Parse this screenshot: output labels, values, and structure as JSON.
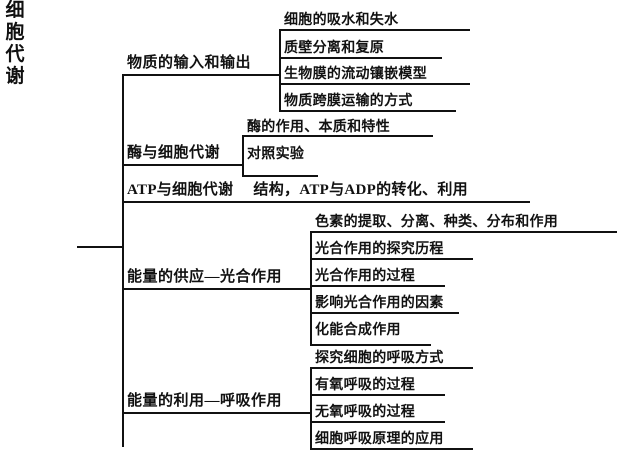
{
  "diagram": {
    "title": "细胞代谢",
    "root": {
      "label": "细胞代谢",
      "chars": [
        "细",
        "胞",
        "代",
        "谢"
      ]
    },
    "branches": [
      {
        "label": "物质的输入和输出",
        "children": [
          {
            "label": "细胞的吸水和失水"
          },
          {
            "label": "质壁分离和复原"
          },
          {
            "label": "生物膜的流动镶嵌模型"
          },
          {
            "label": "物质跨膜运输的方式"
          }
        ]
      },
      {
        "label": "酶与细胞代谢",
        "children": [
          {
            "label": "酶的作用、本质和特性"
          },
          {
            "label": "对照实验"
          }
        ]
      },
      {
        "label": "ATP与细胞代谢",
        "inline_text": "结构，ATP与ADP的转化、利用",
        "children": []
      },
      {
        "label": "能量的供应—光合作用",
        "children": [
          {
            "label": "色素的提取、分离、种类、分布和作用"
          },
          {
            "label": "光合作用的探究历程"
          },
          {
            "label": "光合作用的过程"
          },
          {
            "label": "影响光合作用的因素"
          },
          {
            "label": "化能合成作用"
          }
        ]
      },
      {
        "label": "能量的利用—呼吸作用",
        "children": [
          {
            "label": "探究细胞的呼吸方式"
          },
          {
            "label": "有氧呼吸的过程"
          },
          {
            "label": "无氧呼吸的过程"
          },
          {
            "label": "细胞呼吸原理的应用"
          }
        ]
      }
    ],
    "colors": {
      "text": "#111111",
      "line": "#111111",
      "background": "#ffffff"
    }
  }
}
